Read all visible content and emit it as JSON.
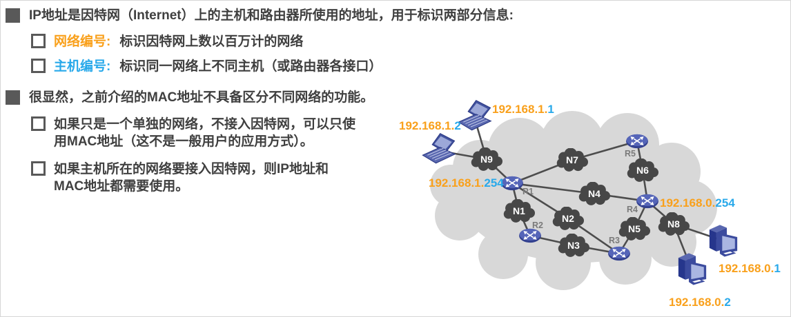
{
  "slide": {
    "bullets": [
      {
        "text": "IP地址是因特网（Internet）上的主机和路由器所使用的地址，用于标识两部分信息:"
      },
      {
        "label": "网络编号:",
        "text": "标识因特网上数以百万计的网络"
      },
      {
        "label": "主机编号:",
        "text": "标识同一网络上不同主机（或路由器各接口）"
      },
      {
        "text": "很显然，之前介绍的MAC地址不具备区分不同网络的功能。"
      },
      {
        "text": "如果只是一个单独的网络，不接入因特网，可以只使\n用MAC地址（这不是一般用户的应用方式）。"
      },
      {
        "text": "如果主机所在的网络要接入因特网，则IP地址和\nMAC地址都需要使用。"
      }
    ]
  },
  "colors": {
    "orange": "#F9A01B",
    "blue": "#29A9EA",
    "text": "#3F3F3F",
    "bullet": "#595959",
    "internet_cloud": "#D8D8D8",
    "network_cloud": "#474747",
    "link": "#4D4D4D",
    "router": "#4E60B0",
    "device": "#4A5AA8"
  },
  "diagram": {
    "networks": [
      "N1",
      "N2",
      "N3",
      "N4",
      "N5",
      "N6",
      "N7",
      "N8",
      "N9"
    ],
    "routers": [
      "R1",
      "R2",
      "R3",
      "R4",
      "R5"
    ],
    "ip_labels": [
      {
        "prefix": "192.168.1.",
        "host": "1"
      },
      {
        "prefix": "192.168.1.",
        "host": "2"
      },
      {
        "prefix": "192.168.1.",
        "host": "254"
      },
      {
        "prefix": "192.168.0.",
        "host": "254"
      },
      {
        "prefix": "192.168.0.",
        "host": "1"
      },
      {
        "prefix": "192.168.0.",
        "host": "2"
      }
    ]
  }
}
